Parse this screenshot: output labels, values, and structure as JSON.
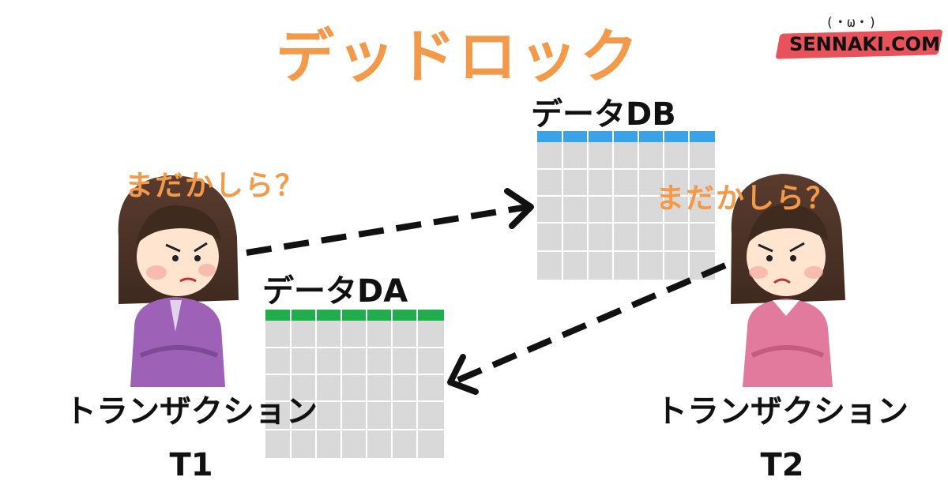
{
  "title": "デッドロック",
  "logo": {
    "face": "(・ω・)",
    "text": "SENNAKI.COM"
  },
  "tables": {
    "db": {
      "label": "データDB",
      "header_color": "#3aa3e8"
    },
    "da": {
      "label": "データDA",
      "header_color": "#1fae4b"
    }
  },
  "people": {
    "t1": {
      "speech": "まだかしら？",
      "transaction_label": "トランザクション",
      "transaction_id": "T1",
      "sweater_color": "#9d62b8"
    },
    "t2": {
      "speech": "まだかしら？",
      "transaction_label": "トランザクション",
      "transaction_id": "T2",
      "sweater_color": "#e17a9c"
    }
  },
  "colors": {
    "accent": "#f29a4a",
    "brand": "#e8525a",
    "table_body": "#d9d9d9"
  }
}
